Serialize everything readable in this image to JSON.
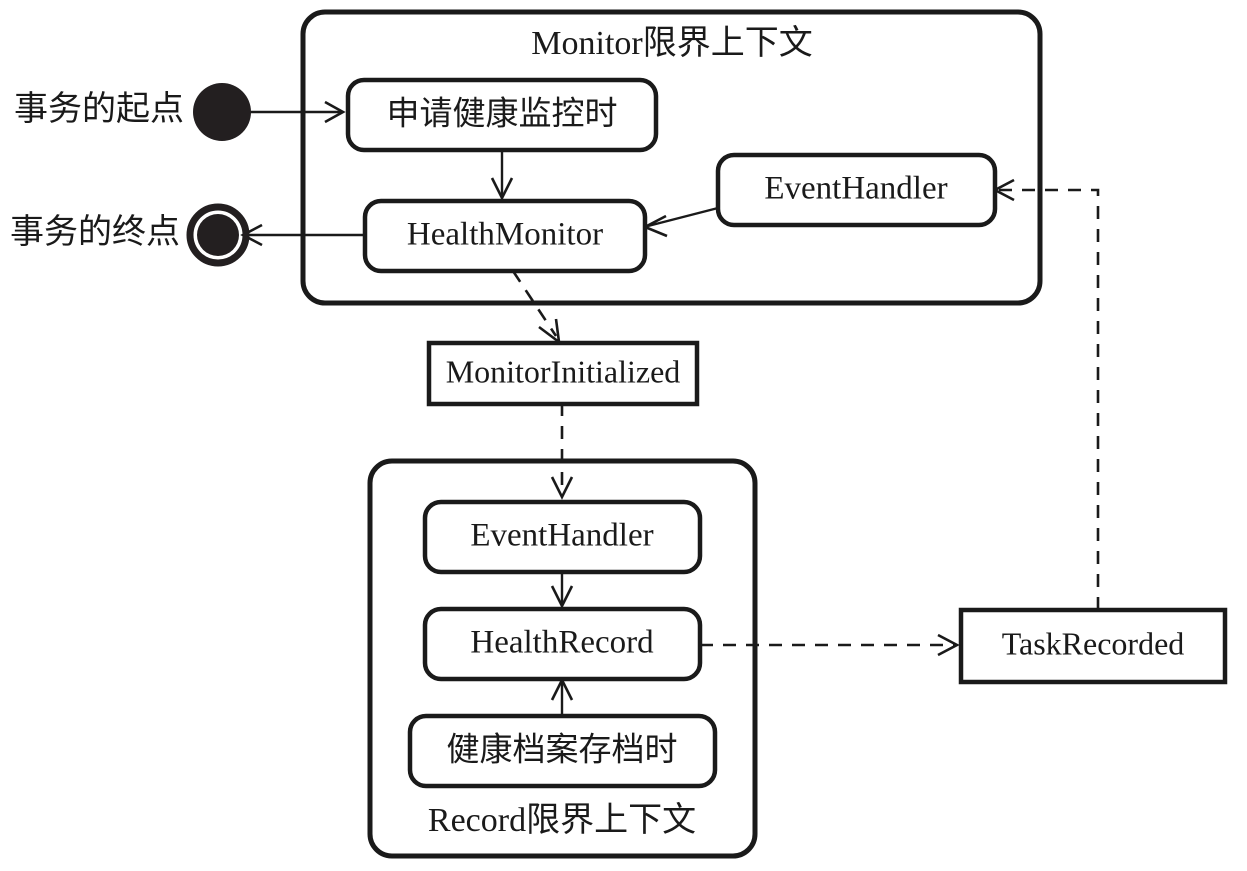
{
  "diagram": {
    "title_visible": false,
    "colors": {
      "stroke": "#1a1a1a",
      "marker_fill": "#231f20",
      "background": "#ffffff"
    },
    "side_labels": [
      {
        "id": "start",
        "text": "事务的起点",
        "marker": "filled-circle-icon"
      },
      {
        "id": "end",
        "text": "事务的终点",
        "marker": "bullseye-circle-icon"
      }
    ],
    "contexts": [
      {
        "id": "monitor-context",
        "label": "Monitor限界上下文",
        "label_position": "top",
        "nodes": [
          {
            "id": "monitor-command",
            "label": "申请健康监控时",
            "shape": "rounded-rect"
          },
          {
            "id": "monitor-aggregate",
            "label": "HealthMonitor",
            "shape": "rounded-rect"
          },
          {
            "id": "monitor-event-handler",
            "label": "EventHandler",
            "shape": "rounded-rect"
          }
        ]
      },
      {
        "id": "record-context",
        "label": "Record限界上下文",
        "label_position": "bottom",
        "nodes": [
          {
            "id": "record-event-handler",
            "label": "EventHandler",
            "shape": "rounded-rect"
          },
          {
            "id": "record-aggregate",
            "label": "HealthRecord",
            "shape": "rounded-rect"
          },
          {
            "id": "record-command",
            "label": "健康档案存档时",
            "shape": "rounded-rect"
          }
        ]
      }
    ],
    "events": [
      {
        "id": "monitor-initialized",
        "label": "MonitorInitialized",
        "shape": "rect"
      },
      {
        "id": "task-recorded",
        "label": "TaskRecorded",
        "shape": "rect"
      }
    ],
    "edges": [
      {
        "id": "start-to-command",
        "from": "start",
        "to": "monitor-command",
        "style": "solid",
        "arrow": "open"
      },
      {
        "id": "command-to-aggregate",
        "from": "monitor-command",
        "to": "monitor-aggregate",
        "style": "solid",
        "arrow": "open"
      },
      {
        "id": "aggregate-to-end",
        "from": "monitor-aggregate",
        "to": "end",
        "style": "solid",
        "arrow": "open"
      },
      {
        "id": "handler-to-aggregate",
        "from": "monitor-event-handler",
        "to": "monitor-aggregate",
        "style": "solid",
        "arrow": "open"
      },
      {
        "id": "aggregate-to-monitorinitialized",
        "from": "monitor-aggregate",
        "to": "monitor-initialized",
        "style": "dashed",
        "arrow": "open"
      },
      {
        "id": "monitorinitialized-to-recordhandler",
        "from": "monitor-initialized",
        "to": "record-event-handler",
        "style": "dashed",
        "arrow": "open"
      },
      {
        "id": "recordhandler-to-recordaggregate",
        "from": "record-event-handler",
        "to": "record-aggregate",
        "style": "solid",
        "arrow": "open"
      },
      {
        "id": "recordcommand-to-recordaggregate",
        "from": "record-command",
        "to": "record-aggregate",
        "style": "solid",
        "arrow": "open"
      },
      {
        "id": "recordaggregate-to-taskrecorded",
        "from": "record-aggregate",
        "to": "task-recorded",
        "style": "dashed",
        "arrow": "open"
      },
      {
        "id": "taskrecorded-to-monitorhandler",
        "from": "task-recorded",
        "to": "monitor-event-handler",
        "style": "dashed",
        "arrow": "open"
      }
    ]
  }
}
